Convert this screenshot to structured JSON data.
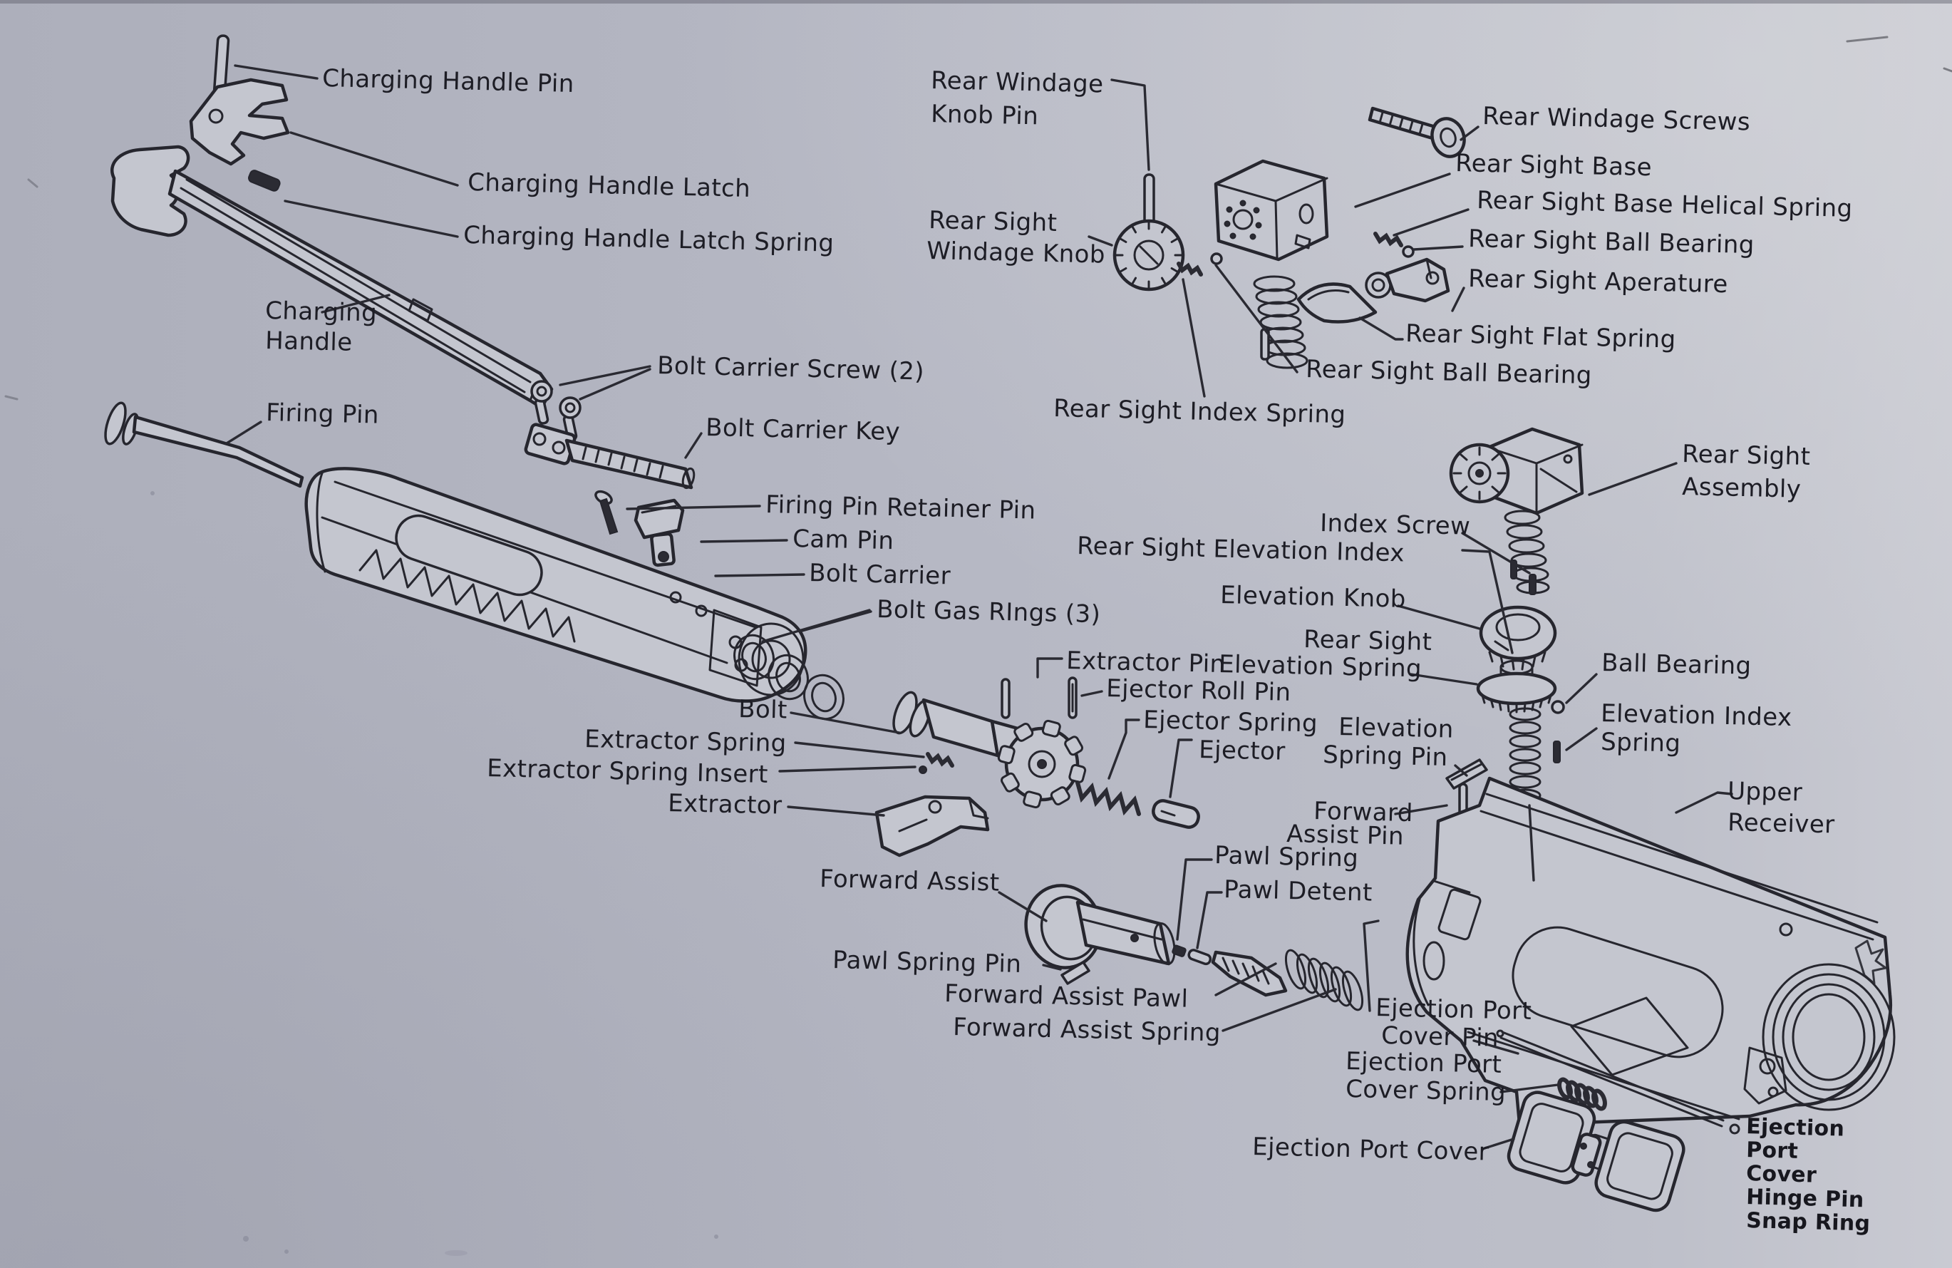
{
  "diagram": {
    "colors": {
      "paper_background": "#b4b6c2",
      "paper_highlight_right": "#c9cad2",
      "ink": "#26262e",
      "part_fill": "#c4c6cf",
      "label_text": "#1d1d25"
    },
    "labels": {
      "charging_handle_pin": {
        "lines": [
          "Charging Handle Pin"
        ]
      },
      "charging_handle_latch": {
        "lines": [
          "Charging Handle Latch"
        ]
      },
      "charging_handle_latch_spring": {
        "lines": [
          "Charging Handle Latch Spring"
        ]
      },
      "charging_handle": {
        "lines": [
          "Charging",
          "Handle"
        ]
      },
      "firing_pin": {
        "lines": [
          "Firing Pin"
        ]
      },
      "bolt_carrier_screw": {
        "lines": [
          "Bolt Carrier Screw (2)"
        ]
      },
      "bolt_carrier_key": {
        "lines": [
          "Bolt Carrier Key"
        ]
      },
      "firing_pin_retainer_pin": {
        "lines": [
          "Firing Pin Retainer Pin"
        ]
      },
      "cam_pin": {
        "lines": [
          "Cam Pin"
        ]
      },
      "bolt_carrier": {
        "lines": [
          "Bolt Carrier"
        ]
      },
      "bolt_gas_rings": {
        "lines": [
          "Bolt Gas RIngs (3)"
        ]
      },
      "bolt": {
        "lines": [
          "Bolt"
        ]
      },
      "extractor_spring": {
        "lines": [
          "Extractor Spring"
        ]
      },
      "extractor_spring_insert": {
        "lines": [
          "Extractor Spring Insert"
        ]
      },
      "extractor": {
        "lines": [
          "Extractor"
        ]
      },
      "extractor_pin": {
        "lines": [
          "Extractor Pin"
        ]
      },
      "ejector_roll_pin": {
        "lines": [
          "Ejector Roll Pin"
        ]
      },
      "ejector_spring": {
        "lines": [
          "Ejector Spring"
        ]
      },
      "ejector": {
        "lines": [
          "Ejector"
        ]
      },
      "rear_windage_knob_pin": {
        "lines": [
          "Rear Windage",
          "Knob Pin"
        ]
      },
      "rear_sight_windage_knob": {
        "lines": [
          "Rear Sight",
          "Windage Knob"
        ]
      },
      "rear_windage_screws": {
        "lines": [
          "Rear Windage Screws"
        ]
      },
      "rear_sight_base": {
        "lines": [
          "Rear Sight Base"
        ]
      },
      "rear_sight_base_helical_spring": {
        "lines": [
          "Rear Sight Base Helical Spring"
        ]
      },
      "rear_sight_ball_bearing_upper": {
        "lines": [
          "Rear Sight Ball Bearing"
        ]
      },
      "rear_sight_aperature": {
        "lines": [
          "Rear Sight Aperature"
        ]
      },
      "rear_sight_flat_spring": {
        "lines": [
          "Rear Sight Flat Spring"
        ]
      },
      "rear_sight_ball_bearing_lower": {
        "lines": [
          "Rear Sight Ball Bearing"
        ]
      },
      "rear_sight_index_spring": {
        "lines": [
          "Rear Sight Index Spring"
        ]
      },
      "rear_sight_assembly": {
        "lines": [
          "Rear Sight",
          "Assembly"
        ]
      },
      "index_screw": {
        "lines": [
          "Index Screw"
        ]
      },
      "rear_sight_elevation_index": {
        "lines": [
          "Rear Sight Elevation Index"
        ]
      },
      "elevation_knob": {
        "lines": [
          "Elevation Knob"
        ]
      },
      "rear_sight_elevation_spring": {
        "lines": [
          "Rear Sight",
          "Elevation Spring"
        ]
      },
      "ball_bearing": {
        "lines": [
          "Ball Bearing"
        ]
      },
      "elevation_index_spring": {
        "lines": [
          "Elevation Index",
          "Spring"
        ]
      },
      "elevation_spring_pin": {
        "lines": [
          "Elevation",
          "Spring Pin"
        ]
      },
      "forward_assist_pin": {
        "lines": [
          "Forward",
          "Assist Pin"
        ]
      },
      "pawl_spring": {
        "lines": [
          "Pawl Spring"
        ]
      },
      "pawl_detent": {
        "lines": [
          "Pawl Detent"
        ]
      },
      "forward_assist": {
        "lines": [
          "Forward Assist"
        ]
      },
      "pawl_spring_pin": {
        "lines": [
          "Pawl Spring Pin"
        ]
      },
      "forward_assist_pawl": {
        "lines": [
          "Forward Assist Pawl"
        ]
      },
      "forward_assist_spring": {
        "lines": [
          "Forward Assist Spring"
        ]
      },
      "ejection_port_cover_pin": {
        "lines": [
          "Ejection Port",
          "Cover Pin"
        ]
      },
      "ejection_port_cover_spring": {
        "lines": [
          "Ejection Port",
          "Cover Spring"
        ]
      },
      "ejection_port_cover": {
        "lines": [
          "Ejection Port Cover"
        ]
      },
      "ejection_port_cover_hinge_pin_snap_ring": {
        "lines": [
          "Ejection",
          "Port",
          "Cover",
          "Hinge Pin",
          "Snap Ring"
        ]
      },
      "upper_receiver": {
        "lines": [
          "Upper",
          "Receiver"
        ]
      }
    }
  }
}
